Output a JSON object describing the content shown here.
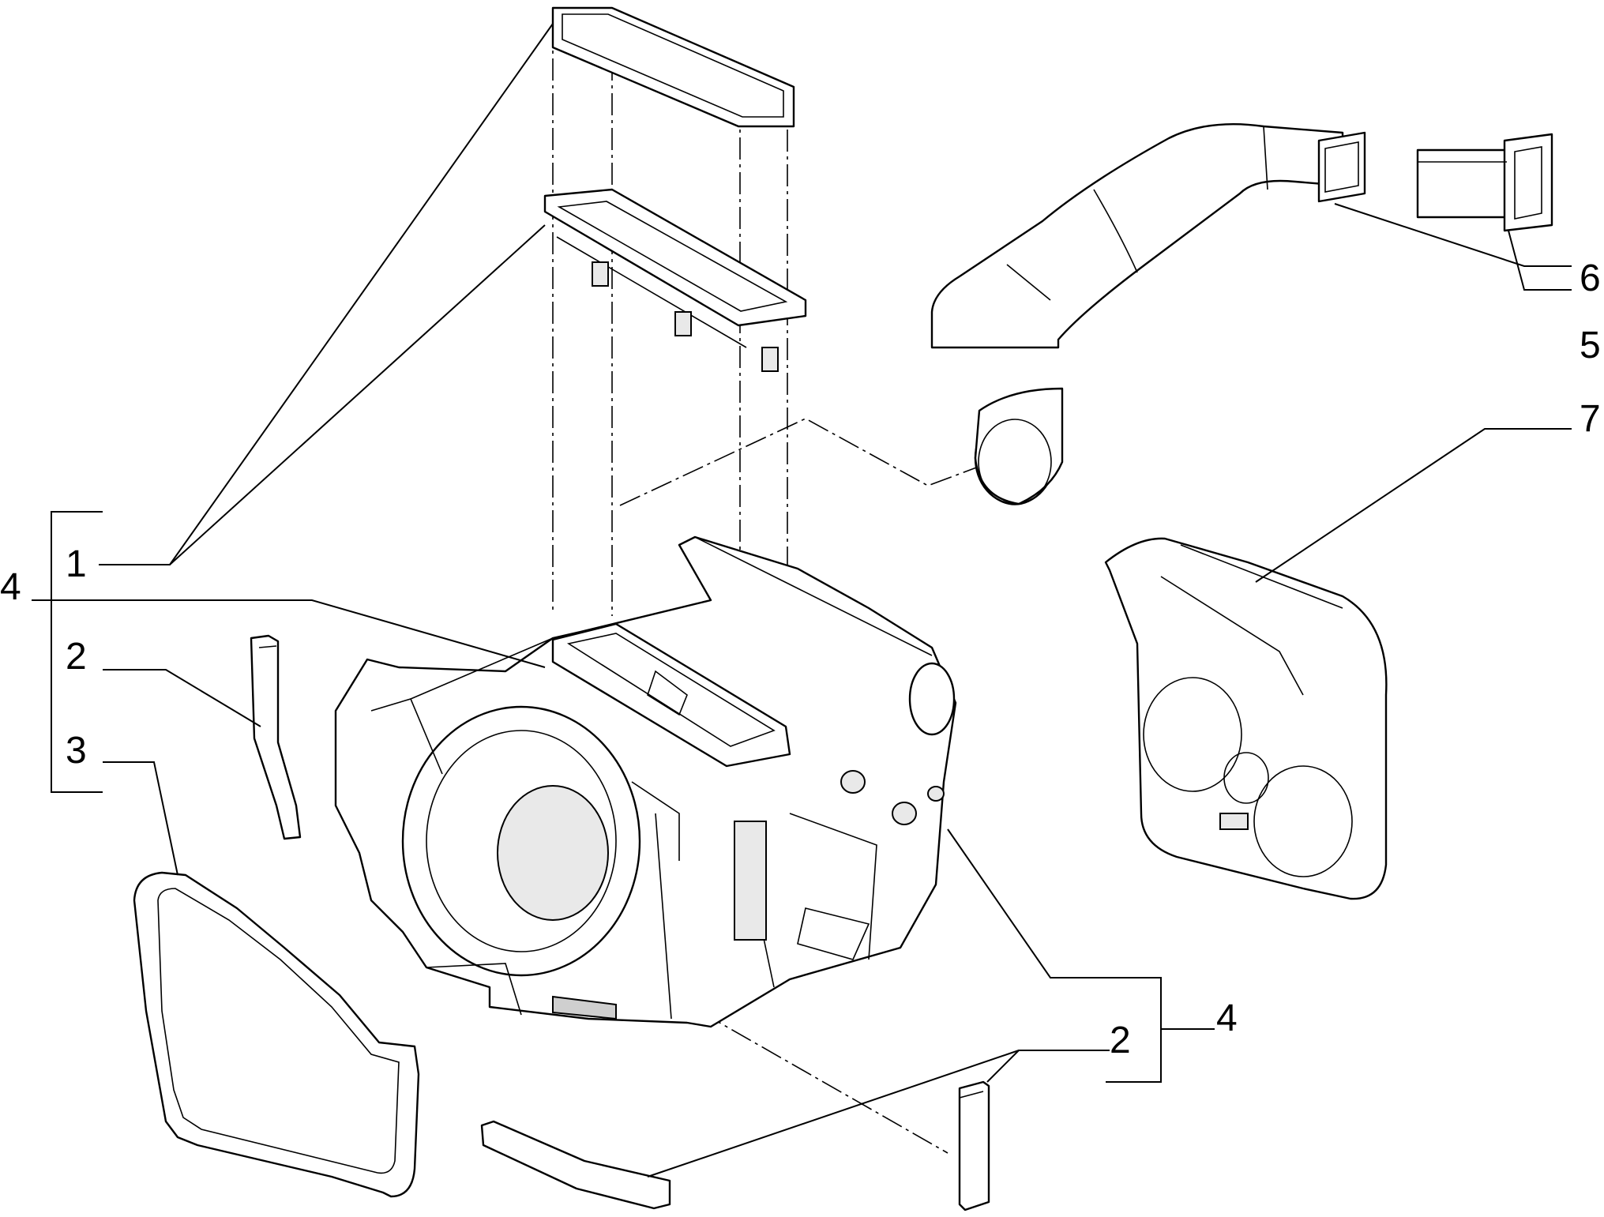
{
  "diagram": {
    "callouts": [
      {
        "id": "c1",
        "label": "1"
      },
      {
        "id": "c2a",
        "label": "2"
      },
      {
        "id": "c2b",
        "label": "2"
      },
      {
        "id": "c3",
        "label": "3"
      },
      {
        "id": "c4a",
        "label": "4"
      },
      {
        "id": "c4b",
        "label": "4"
      },
      {
        "id": "c5",
        "label": "5"
      },
      {
        "id": "c6",
        "label": "6"
      },
      {
        "id": "c7",
        "label": "7"
      }
    ]
  }
}
